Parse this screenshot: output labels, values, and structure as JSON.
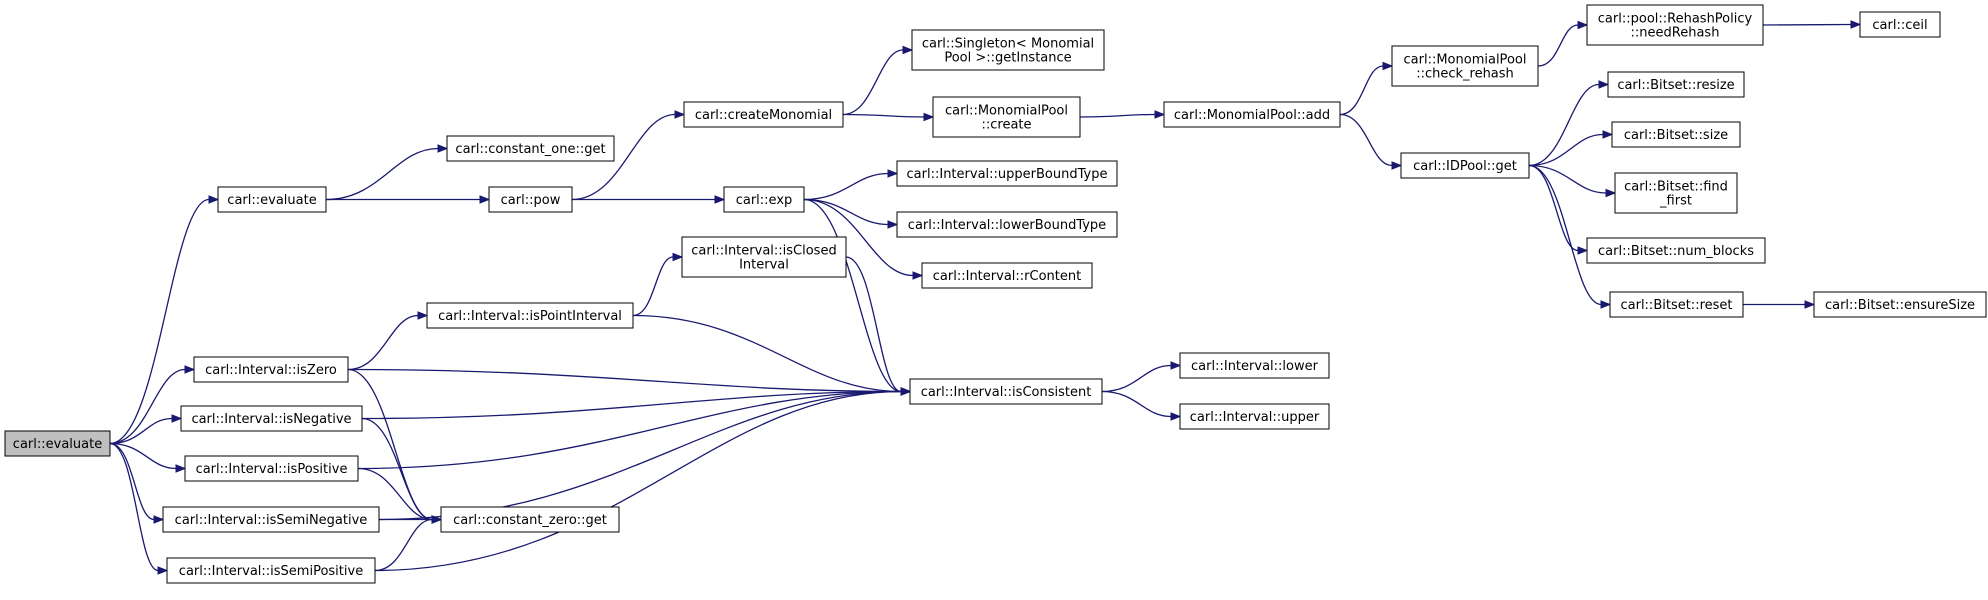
{
  "graph": {
    "nodes": [
      {
        "id": "root",
        "lines": [
          "carl::evaluate"
        ],
        "root": true
      },
      {
        "id": "eval2",
        "lines": [
          "carl::evaluate"
        ]
      },
      {
        "id": "isZero",
        "lines": [
          "carl::Interval::isZero"
        ]
      },
      {
        "id": "isNegative",
        "lines": [
          "carl::Interval::isNegative"
        ]
      },
      {
        "id": "isPositive",
        "lines": [
          "carl::Interval::isPositive"
        ]
      },
      {
        "id": "isSemiNegative",
        "lines": [
          "carl::Interval::isSemiNegative"
        ]
      },
      {
        "id": "isSemiPositive",
        "lines": [
          "carl::Interval::isSemiPositive"
        ]
      },
      {
        "id": "constOneGet",
        "lines": [
          "carl::constant_one::get"
        ]
      },
      {
        "id": "pow",
        "lines": [
          "carl::pow"
        ]
      },
      {
        "id": "isPointInterval",
        "lines": [
          "carl::Interval::isPointInterval"
        ]
      },
      {
        "id": "constZeroGet",
        "lines": [
          "carl::constant_zero::get"
        ]
      },
      {
        "id": "createMonomial",
        "lines": [
          "carl::createMonomial"
        ]
      },
      {
        "id": "exp",
        "lines": [
          "carl::exp"
        ]
      },
      {
        "id": "isClosedInterval",
        "lines": [
          "carl::Interval::isClosed",
          "Interval"
        ]
      },
      {
        "id": "singletonGetInstance",
        "lines": [
          "carl::Singleton< Monomial",
          "Pool >::getInstance"
        ]
      },
      {
        "id": "poolCreate",
        "lines": [
          "carl::MonomialPool",
          "::create"
        ]
      },
      {
        "id": "upperBoundType",
        "lines": [
          "carl::Interval::upperBoundType"
        ]
      },
      {
        "id": "lowerBoundType",
        "lines": [
          "carl::Interval::lowerBoundType"
        ]
      },
      {
        "id": "rContent",
        "lines": [
          "carl::Interval::rContent"
        ]
      },
      {
        "id": "isConsistent",
        "lines": [
          "carl::Interval::isConsistent"
        ]
      },
      {
        "id": "poolAdd",
        "lines": [
          "carl::MonomialPool::add"
        ]
      },
      {
        "id": "lower",
        "lines": [
          "carl::Interval::lower"
        ]
      },
      {
        "id": "upper",
        "lines": [
          "carl::Interval::upper"
        ]
      },
      {
        "id": "checkRehash",
        "lines": [
          "carl::MonomialPool",
          "::check_rehash"
        ]
      },
      {
        "id": "idPoolGet",
        "lines": [
          "carl::IDPool::get"
        ]
      },
      {
        "id": "needRehash",
        "lines": [
          "carl::pool::RehashPolicy",
          "::needRehash"
        ]
      },
      {
        "id": "bitsetResize",
        "lines": [
          "carl::Bitset::resize"
        ]
      },
      {
        "id": "bitsetSize",
        "lines": [
          "carl::Bitset::size"
        ]
      },
      {
        "id": "bitsetFindFirst",
        "lines": [
          "carl::Bitset::find",
          "_first"
        ]
      },
      {
        "id": "bitsetNumBlocks",
        "lines": [
          "carl::Bitset::num_blocks"
        ]
      },
      {
        "id": "bitsetReset",
        "lines": [
          "carl::Bitset::reset"
        ]
      },
      {
        "id": "ceil",
        "lines": [
          "carl::ceil"
        ]
      },
      {
        "id": "ensureSize",
        "lines": [
          "carl::Bitset::ensureSize"
        ]
      }
    ],
    "edges": [
      {
        "from": "root",
        "to": "eval2"
      },
      {
        "from": "root",
        "to": "isZero"
      },
      {
        "from": "root",
        "to": "isNegative"
      },
      {
        "from": "root",
        "to": "isPositive"
      },
      {
        "from": "root",
        "to": "isSemiNegative"
      },
      {
        "from": "root",
        "to": "isSemiPositive"
      },
      {
        "from": "eval2",
        "to": "constOneGet"
      },
      {
        "from": "eval2",
        "to": "pow"
      },
      {
        "from": "pow",
        "to": "createMonomial"
      },
      {
        "from": "pow",
        "to": "exp"
      },
      {
        "from": "createMonomial",
        "to": "singletonGetInstance"
      },
      {
        "from": "createMonomial",
        "to": "poolCreate"
      },
      {
        "from": "poolCreate",
        "to": "poolAdd"
      },
      {
        "from": "poolAdd",
        "to": "checkRehash"
      },
      {
        "from": "poolAdd",
        "to": "idPoolGet"
      },
      {
        "from": "checkRehash",
        "to": "needRehash"
      },
      {
        "from": "needRehash",
        "to": "ceil"
      },
      {
        "from": "idPoolGet",
        "to": "bitsetResize"
      },
      {
        "from": "idPoolGet",
        "to": "bitsetSize"
      },
      {
        "from": "idPoolGet",
        "to": "bitsetFindFirst"
      },
      {
        "from": "idPoolGet",
        "to": "bitsetNumBlocks"
      },
      {
        "from": "idPoolGet",
        "to": "bitsetReset"
      },
      {
        "from": "bitsetReset",
        "to": "ensureSize"
      },
      {
        "from": "exp",
        "to": "upperBoundType"
      },
      {
        "from": "exp",
        "to": "lowerBoundType"
      },
      {
        "from": "exp",
        "to": "rContent"
      },
      {
        "from": "exp",
        "to": "isConsistent"
      },
      {
        "from": "isZero",
        "to": "isPointInterval"
      },
      {
        "from": "isZero",
        "to": "isConsistent"
      },
      {
        "from": "isZero",
        "to": "constZeroGet"
      },
      {
        "from": "isPointInterval",
        "to": "isClosedInterval"
      },
      {
        "from": "isPointInterval",
        "to": "isConsistent"
      },
      {
        "from": "isClosedInterval",
        "to": "isConsistent"
      },
      {
        "from": "isNegative",
        "to": "isConsistent"
      },
      {
        "from": "isNegative",
        "to": "constZeroGet"
      },
      {
        "from": "isPositive",
        "to": "isConsistent"
      },
      {
        "from": "isPositive",
        "to": "constZeroGet"
      },
      {
        "from": "isSemiNegative",
        "to": "constZeroGet"
      },
      {
        "from": "isSemiNegative",
        "to": "isConsistent"
      },
      {
        "from": "isSemiPositive",
        "to": "constZeroGet"
      },
      {
        "from": "isSemiPositive",
        "to": "isConsistent"
      },
      {
        "from": "isConsistent",
        "to": "lower"
      },
      {
        "from": "isConsistent",
        "to": "upper"
      }
    ]
  },
  "colors": {
    "edge": "#191970",
    "root_fill": "#bfbfbf",
    "node_fill": "#ffffff",
    "node_border": "#000000"
  }
}
